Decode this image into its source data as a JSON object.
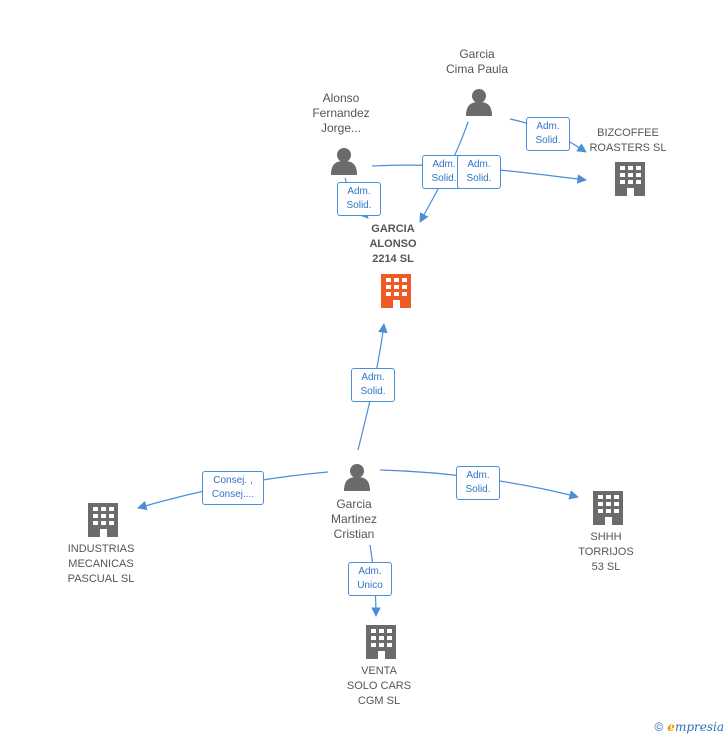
{
  "nodes": {
    "focus": {
      "label": "GARCIA\nALONSO\n2214  SL"
    },
    "garcia_cima": {
      "label": "Garcia\nCima Paula"
    },
    "alonso_fernandez": {
      "label": "Alonso\nFernandez\nJorge..."
    },
    "bizcoffee": {
      "label": "BIZCOFFEE\nROASTERS  SL"
    },
    "garcia_martinez": {
      "label": "Garcia\nMartinez\nCristian"
    },
    "industrias": {
      "label": "INDUSTRIAS\nMECANICAS\nPASCUAL  SL"
    },
    "shhh": {
      "label": "SHHH\nTORRIJOS\n53  SL"
    },
    "venta": {
      "label": "VENTA\nSOLO CARS\nCGM  SL"
    }
  },
  "edges": {
    "alonso_to_focus": "Adm.\nSolid.",
    "garcia_cima_to_focus": "Adm.\nSolid.",
    "alonso_to_bizcoffee": "Adm.\nSolid.",
    "garcia_cima_to_bizcoffee": "Adm.\nSolid.",
    "martinez_to_focus": "Adm.\nSolid.",
    "martinez_to_industrias": "Consej. ,\nConsej....",
    "martinez_to_shhh": "Adm.\nSolid.",
    "martinez_to_venta": "Adm.\nUnico"
  },
  "colors": {
    "edge": "#4a8fd6",
    "person_icon": "#6b6b6b",
    "company_icon": "#6b6b6b",
    "focus_icon": "#ee5a24"
  },
  "footer": {
    "copyright": "©",
    "brand_initial": "e",
    "brand_rest": "mpresia"
  }
}
